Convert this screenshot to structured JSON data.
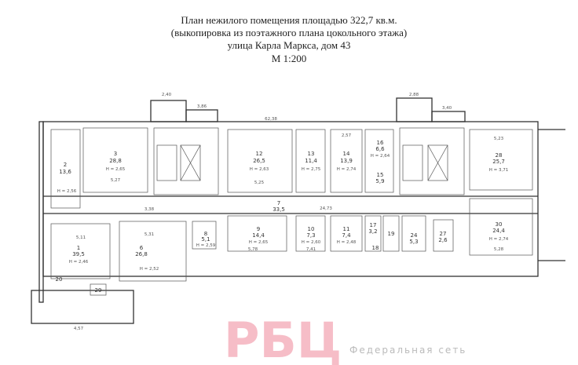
{
  "document": {
    "title_lines": [
      "План нежилого помещения площадью 322,7 кв.м.",
      "(выкопировка из поэтажного плана цокольного этажа)",
      "улица Карла Маркса, дом 43",
      "М 1:200"
    ]
  },
  "watermark": {
    "logo": "РБЦ",
    "subtitle": "Федеральная сеть"
  },
  "rooms": [
    {
      "num": "2",
      "area": "13,6",
      "height": "H = 2,56"
    },
    {
      "num": "3",
      "area": "28,8",
      "height": "H = 2,65"
    },
    {
      "num": "12",
      "area": "26,5",
      "height": "H = 2,63"
    },
    {
      "num": "13",
      "area": "11,4",
      "height": "H = 2,75"
    },
    {
      "num": "14",
      "area": "13,9",
      "height": "H = 2,74"
    },
    {
      "num": "16",
      "area": "6,6",
      "height": "H = 2,64"
    },
    {
      "num": "15",
      "area": "5,9",
      "height": ""
    },
    {
      "num": "28",
      "area": "25,7",
      "height": "H = 3,71"
    },
    {
      "num": "7",
      "area": "33,5",
      "height": ""
    },
    {
      "num": "1",
      "area": "39,5",
      "height": "H = 2,46"
    },
    {
      "num": "6",
      "area": "26,8",
      "height": "H = 2,52"
    },
    {
      "num": "8",
      "area": "5,1",
      "height": "H = 2,59"
    },
    {
      "num": "9",
      "area": "14,4",
      "height": "H = 2,65"
    },
    {
      "num": "10",
      "area": "7,3",
      "height": "H = 2,60"
    },
    {
      "num": "11",
      "area": "7,4",
      "height": "H = 2,48"
    },
    {
      "num": "17",
      "area": "3,2",
      "height": ""
    },
    {
      "num": "18",
      "area": "",
      "height": ""
    },
    {
      "num": "19",
      "area": "",
      "height": ""
    },
    {
      "num": "24",
      "area": "5,3",
      "height": ""
    },
    {
      "num": "27",
      "area": "2,6",
      "height": ""
    },
    {
      "num": "30",
      "area": "24,4",
      "height": "H = 2,74"
    },
    {
      "num": "29",
      "area": "",
      "height": ""
    },
    {
      "num": "20",
      "area": "",
      "height": ""
    }
  ],
  "dimensions": {
    "top_total": "62,38",
    "corridor": "24,73",
    "d1": "5,27",
    "d2": "5,25",
    "d3": "5,23",
    "d4": "5,28",
    "d5": "5,31",
    "d6": "5,11",
    "d7": "5,78",
    "d8": "2,40",
    "d9": "3,86",
    "d10": "2,88",
    "d11": "3,40",
    "d12": "4,57",
    "d13": "2,57",
    "d14": "7,41",
    "d15": "3,38"
  }
}
